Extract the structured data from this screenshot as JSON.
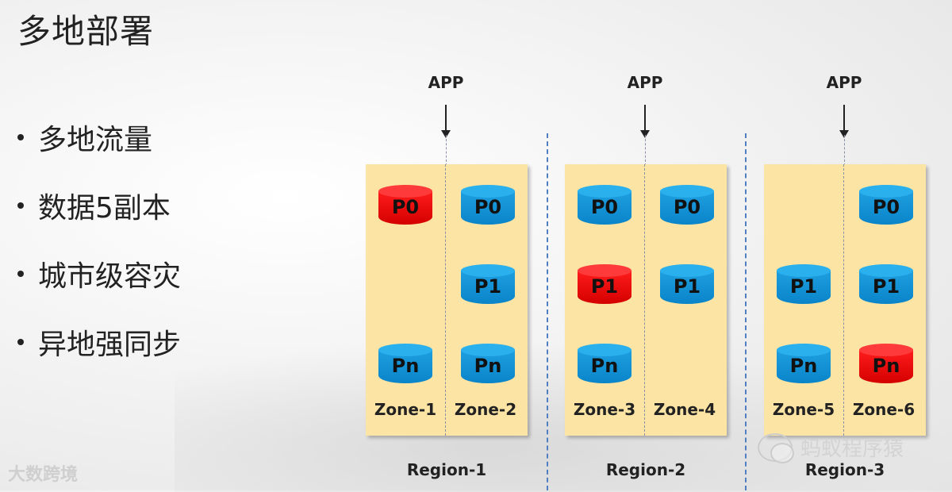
{
  "title": "多地部署",
  "bullets": [
    "多地流量",
    "数据5副本",
    "城市级容灾",
    "异地强同步"
  ],
  "app_label": "APP",
  "regions": [
    {
      "name": "Region-1",
      "zones": [
        {
          "name": "Zone-1",
          "replicas": [
            {
              "label": "P0",
              "color": "red",
              "row": 0
            },
            {
              "label": "Pn",
              "color": "blue",
              "row": 2
            }
          ]
        },
        {
          "name": "Zone-2",
          "replicas": [
            {
              "label": "P0",
              "color": "blue",
              "row": 0
            },
            {
              "label": "P1",
              "color": "blue",
              "row": 1
            },
            {
              "label": "Pn",
              "color": "blue",
              "row": 2
            }
          ]
        }
      ]
    },
    {
      "name": "Region-2",
      "zones": [
        {
          "name": "Zone-3",
          "replicas": [
            {
              "label": "P0",
              "color": "blue",
              "row": 0
            },
            {
              "label": "P1",
              "color": "red",
              "row": 1
            },
            {
              "label": "Pn",
              "color": "blue",
              "row": 2
            }
          ]
        },
        {
          "name": "Zone-4",
          "replicas": [
            {
              "label": "P0",
              "color": "blue",
              "row": 0
            },
            {
              "label": "P1",
              "color": "blue",
              "row": 1
            }
          ]
        }
      ]
    },
    {
      "name": "Region-3",
      "zones": [
        {
          "name": "Zone-5",
          "replicas": [
            {
              "label": "P1",
              "color": "blue",
              "row": 1
            },
            {
              "label": "Pn",
              "color": "blue",
              "row": 2
            }
          ]
        },
        {
          "name": "Zone-6",
          "replicas": [
            {
              "label": "P0",
              "color": "blue",
              "row": 0
            },
            {
              "label": "P1",
              "color": "blue",
              "row": 1
            },
            {
              "label": "Pn",
              "color": "red",
              "row": 2
            }
          ]
        }
      ]
    }
  ],
  "colors": {
    "leader": "#e00000",
    "follower": "#0e90d6",
    "panel": "#fbe4a4"
  },
  "watermark_left": "大数跨境",
  "watermark_right": "蚂蚁程序猿"
}
